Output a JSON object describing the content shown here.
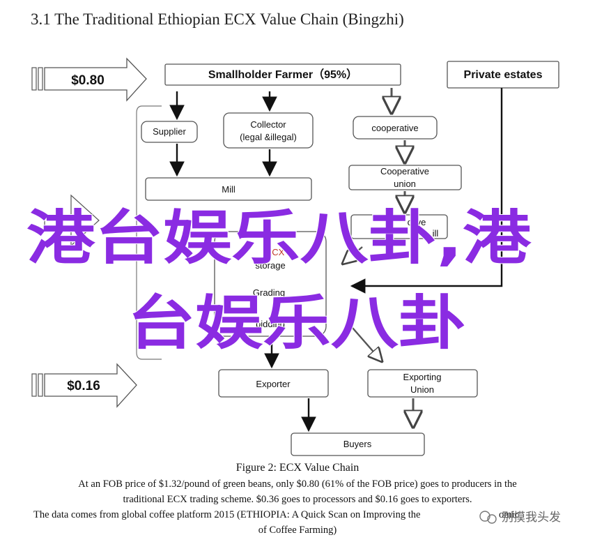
{
  "title": "3.1 The Traditional Ethiopian ECX Value Chain (Bingzhi)",
  "prices": {
    "top": "$0.80",
    "bottom": "$0.16"
  },
  "nodes": {
    "smallholder": "Smallholder Farmer（95%）",
    "private_estates": "Private estates",
    "supplier": "Supplier",
    "collector_l1": "Collector",
    "collector_l2": "(legal &illegal)",
    "cooperative": "cooperative",
    "coop_union_l1": "Cooperative",
    "coop_union_l2": "union",
    "mill": "Mill",
    "dry_mill_frag_l1": "ctive",
    "dry_mill_frag_l2": "ill",
    "ecx_frag": "ECX",
    "storage_frag": "storage",
    "grading_frag": "Grading",
    "bidding_frag": "bidding",
    "exporter": "Exporter",
    "exporting_union_l1": "Exporting",
    "exporting_union_l2": "Union",
    "buyers": "Buyers"
  },
  "caption": {
    "figure": "Figure 2: ECX Value Chain",
    "line1": "At an FOB price of $1.32/pound of green beans, only $0.80 (61% of the FOB price) goes to producers in the",
    "line2": "traditional ECX trading scheme. $0.36 goes to processors and $0.16 goes to exporters.",
    "line3": "The data comes from global coffee platform 2015 (ETHIOPIA: A Quick Scan on Improving the",
    "line3_fragment": "omic",
    "line4": "of Coffee Farming)"
  },
  "overlay": {
    "line1": "港台娱乐八卦,港",
    "line2": "台娱乐八卦",
    "color": "#8a2be2"
  },
  "watermark": "别摸我头发"
}
